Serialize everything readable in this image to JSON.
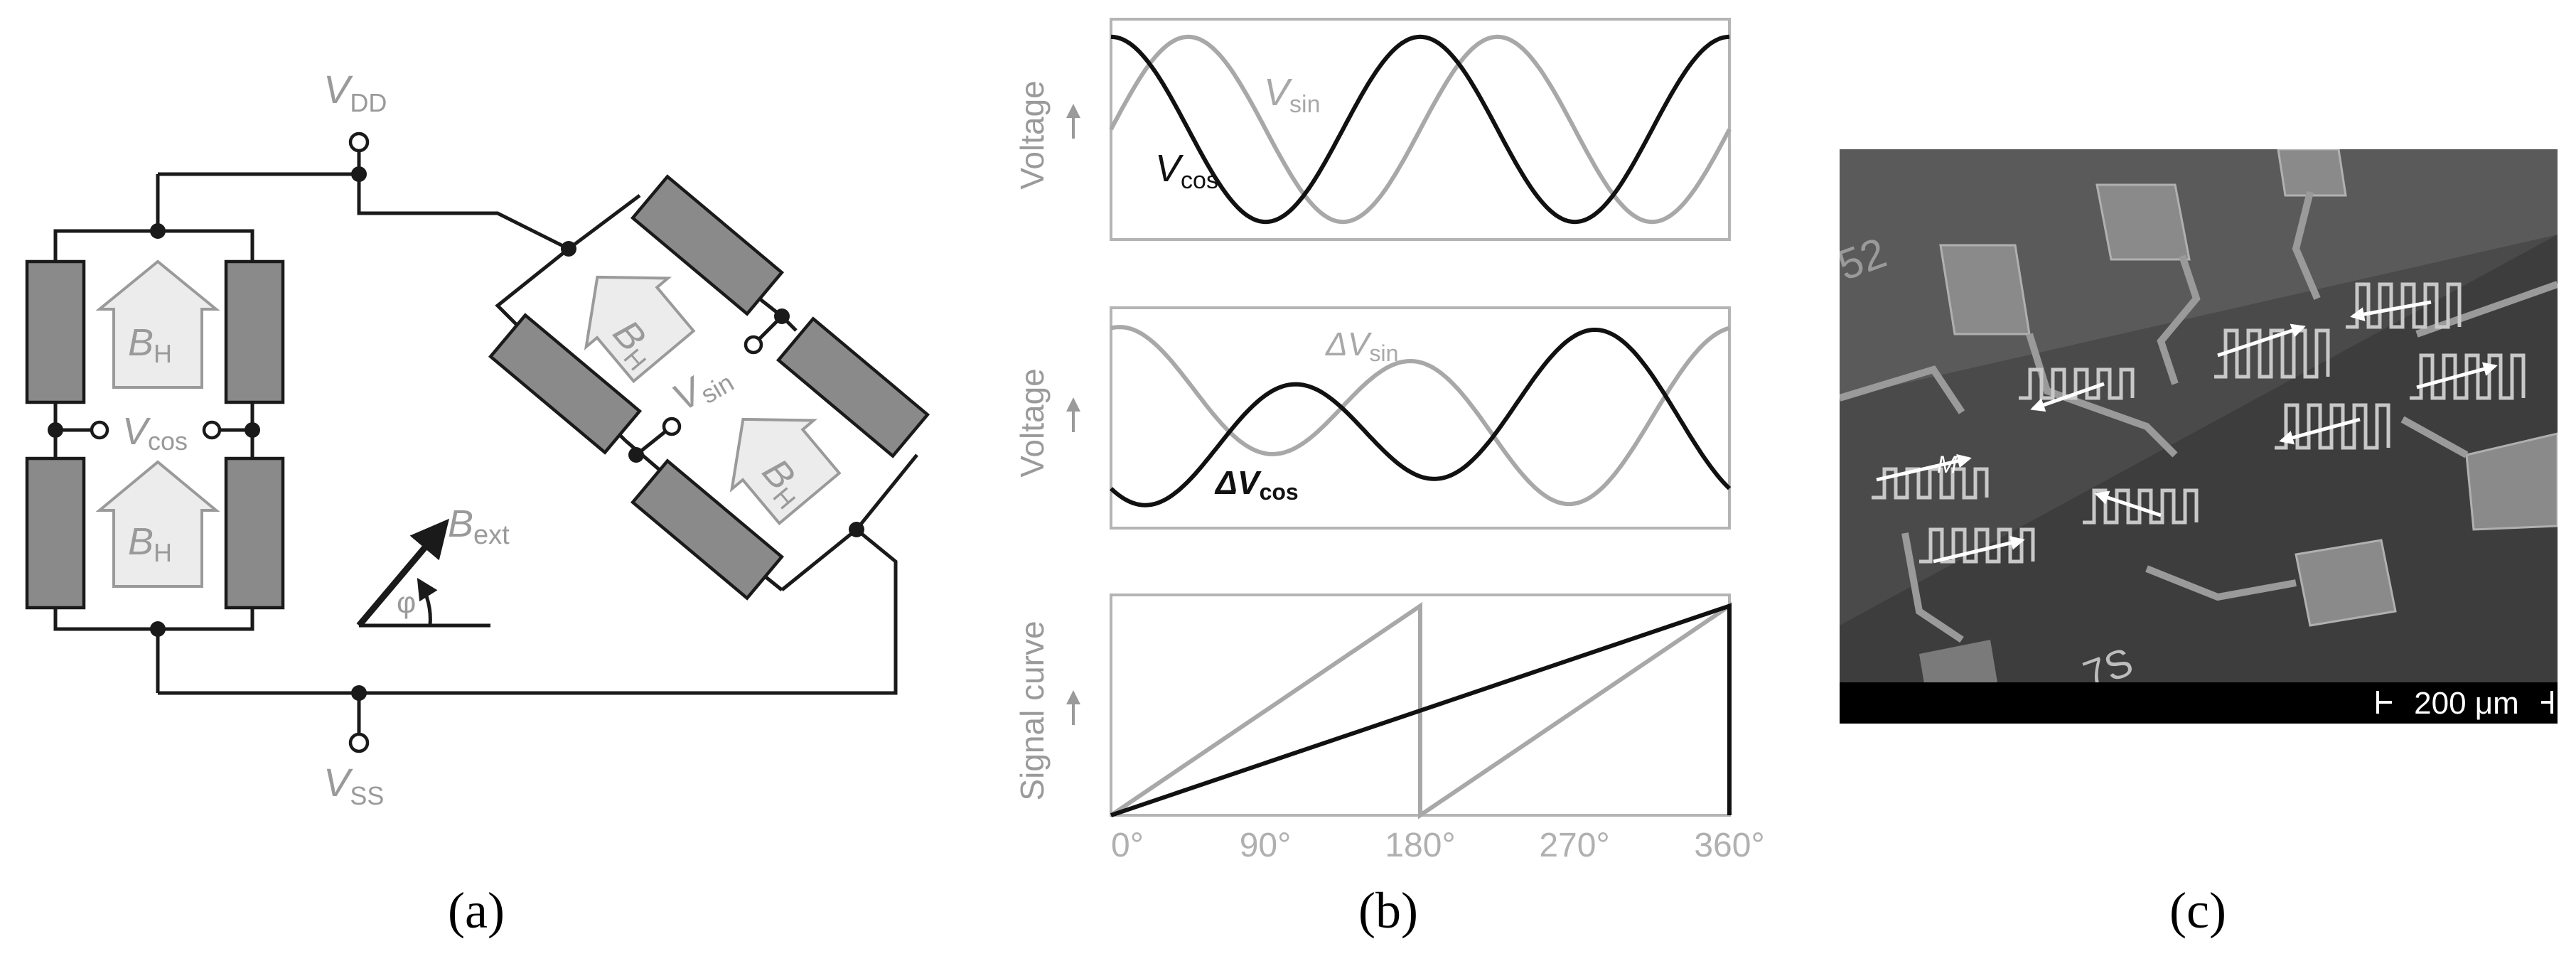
{
  "panel_a": {
    "vdd": {
      "main": "V",
      "sub": "DD"
    },
    "vss": {
      "main": "V",
      "sub": "SS"
    },
    "vcos": {
      "main": "V",
      "sub": "cos"
    },
    "vsin": {
      "main": "V",
      "sub": "sin"
    },
    "bh": {
      "main": "B",
      "sub": "H"
    },
    "bext": {
      "main": "B",
      "sub": "ext"
    },
    "phi": "φ",
    "caption": "(a)"
  },
  "panel_b": {
    "caption": "(b)",
    "x_ticks": [
      "0°",
      "90°",
      "180°",
      "270°",
      "360°"
    ],
    "colors": {
      "sin": "#a8a8a8",
      "cos": "#111111",
      "frame": "#b4b4b4",
      "label": "#a0a0a0"
    },
    "chart_data": [
      {
        "type": "line",
        "ylabel": "Voltage",
        "x": [
          0,
          360
        ],
        "series": [
          {
            "name": "V",
            "sub": "sin",
            "color": "#a8a8a8",
            "function": "sin",
            "cycles": 2
          },
          {
            "name": "V",
            "sub": "cos",
            "color": "#111111",
            "function": "cos",
            "cycles": 2
          }
        ]
      },
      {
        "type": "line",
        "ylabel": "Voltage",
        "x": [
          0,
          360
        ],
        "series": [
          {
            "name": "ΔV",
            "sub": "sin",
            "color": "#a8a8a8"
          },
          {
            "name": "ΔV",
            "sub": "cos",
            "color": "#111111"
          }
        ]
      },
      {
        "type": "line",
        "ylabel": "Signal curve",
        "xticks": [
          "0°",
          "90°",
          "180°",
          "270°",
          "360°"
        ],
        "series": [
          {
            "color": "#a8a8a8",
            "x": [
              0,
              180,
              180,
              360,
              360
            ],
            "y": [
              0,
              1,
              0,
              1,
              0
            ]
          },
          {
            "color": "#111111",
            "x": [
              0,
              360,
              360
            ],
            "y": [
              0,
              1,
              0
            ]
          }
        ]
      }
    ]
  },
  "panel_c": {
    "scale_bar": "200 μm",
    "top_left_text": "52",
    "bottom_text": "7S",
    "moment_label": "M",
    "caption": "(c)"
  }
}
